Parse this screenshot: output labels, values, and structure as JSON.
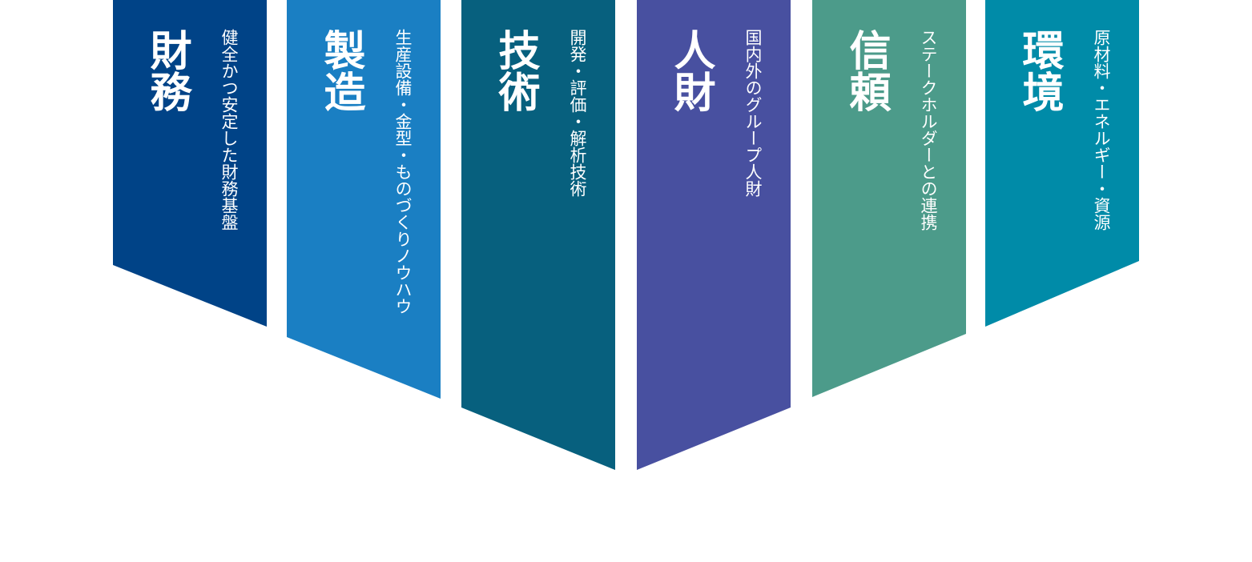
{
  "banners": [
    {
      "title": "財務",
      "subtitle": "健全かつ安定した財務基盤",
      "color": "#004387"
    },
    {
      "title": "製造",
      "subtitle": "生産設備・金型・ものづくりノウハウ",
      "color": "#1a7fc3"
    },
    {
      "title": "技術",
      "subtitle": "開発・評価・解析技術",
      "color": "#07607e"
    },
    {
      "title": "人財",
      "subtitle": "国内外のグループ人財",
      "color": "#4850a0"
    },
    {
      "title": "信頼",
      "subtitle": "ステークホルダーとの連携",
      "color": "#4c9b8a"
    },
    {
      "title": "環境",
      "subtitle": "原材料・エネルギー・資源",
      "color": "#008ba8"
    }
  ]
}
